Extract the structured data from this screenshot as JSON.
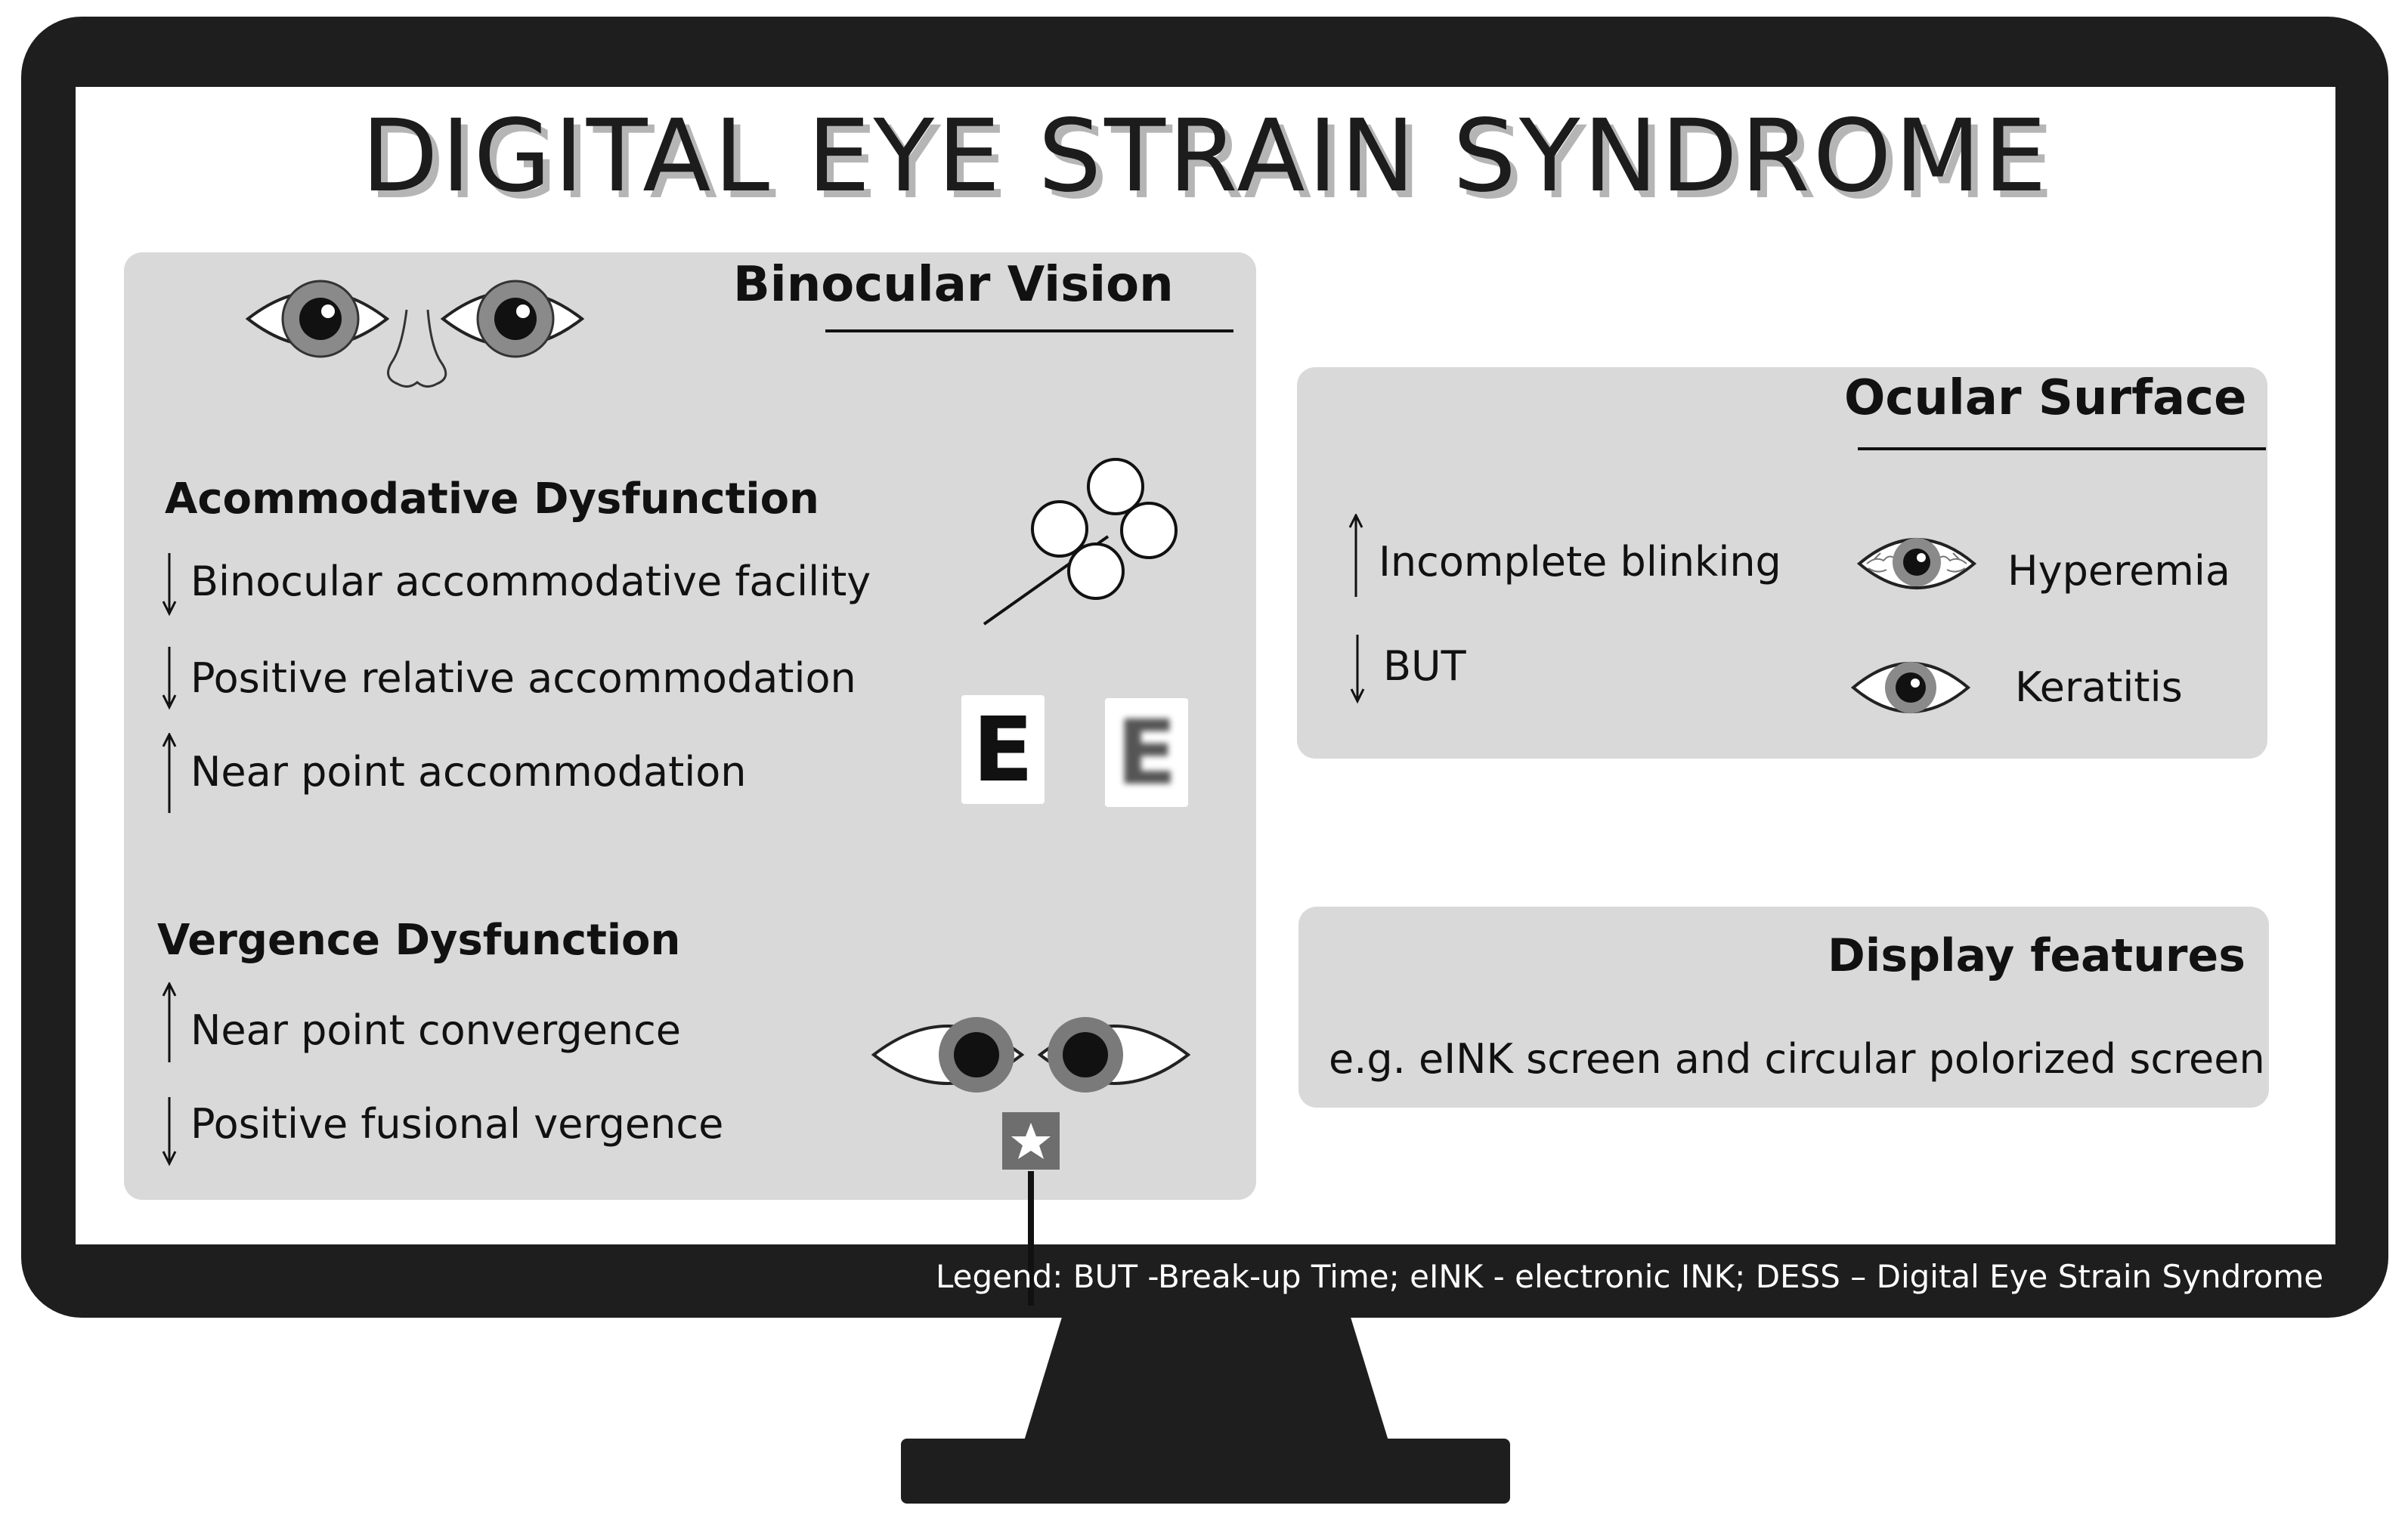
{
  "title": "DIGITAL EYE STRAIN SYNDROME",
  "binocular": {
    "heading": "Binocular Vision",
    "accommodative": {
      "heading": "Acommodative Dysfunction",
      "items": [
        {
          "arrow": "down",
          "label": "Binocular accommodative facility"
        },
        {
          "arrow": "down",
          "label": "Positive relative accommodation"
        },
        {
          "arrow": "up",
          "label": "Near point accommodation"
        }
      ]
    },
    "vergence": {
      "heading": "Vergence Dysfunction",
      "items": [
        {
          "arrow": "up",
          "label": "Near point convergence"
        },
        {
          "arrow": "down",
          "label": "Positive fusional vergence"
        }
      ]
    },
    "eye_chart_letter": "E",
    "icons": [
      "eyes-nose-icon",
      "flipper-lens-icon",
      "eye-chart-sharp-icon",
      "eye-chart-blurred-icon",
      "converging-eyes-icon",
      "star-target-icon"
    ]
  },
  "ocular_surface": {
    "heading": "Ocular Surface",
    "items": [
      {
        "arrow": "up",
        "label": "Incomplete blinking"
      },
      {
        "arrow": "down",
        "label": "BUT"
      }
    ],
    "signs": [
      {
        "icon": "red-eye-icon",
        "label": "Hyperemia"
      },
      {
        "icon": "eye-icon",
        "label": "Keratitis"
      }
    ]
  },
  "display": {
    "heading": "Display features",
    "description": "e.g. eINK screen and circular polorized screen"
  },
  "legend": "Legend:  BUT -Break-up Time; eINK - electronic INK; DESS – Digital Eye Strain Syndrome",
  "colors": {
    "bezel": "#1e1e1e",
    "panel": "#d9d9d9",
    "title_shadow": "#b5b5b5",
    "iris": "#8a8a8a",
    "target_box": "#6e6e6e"
  }
}
